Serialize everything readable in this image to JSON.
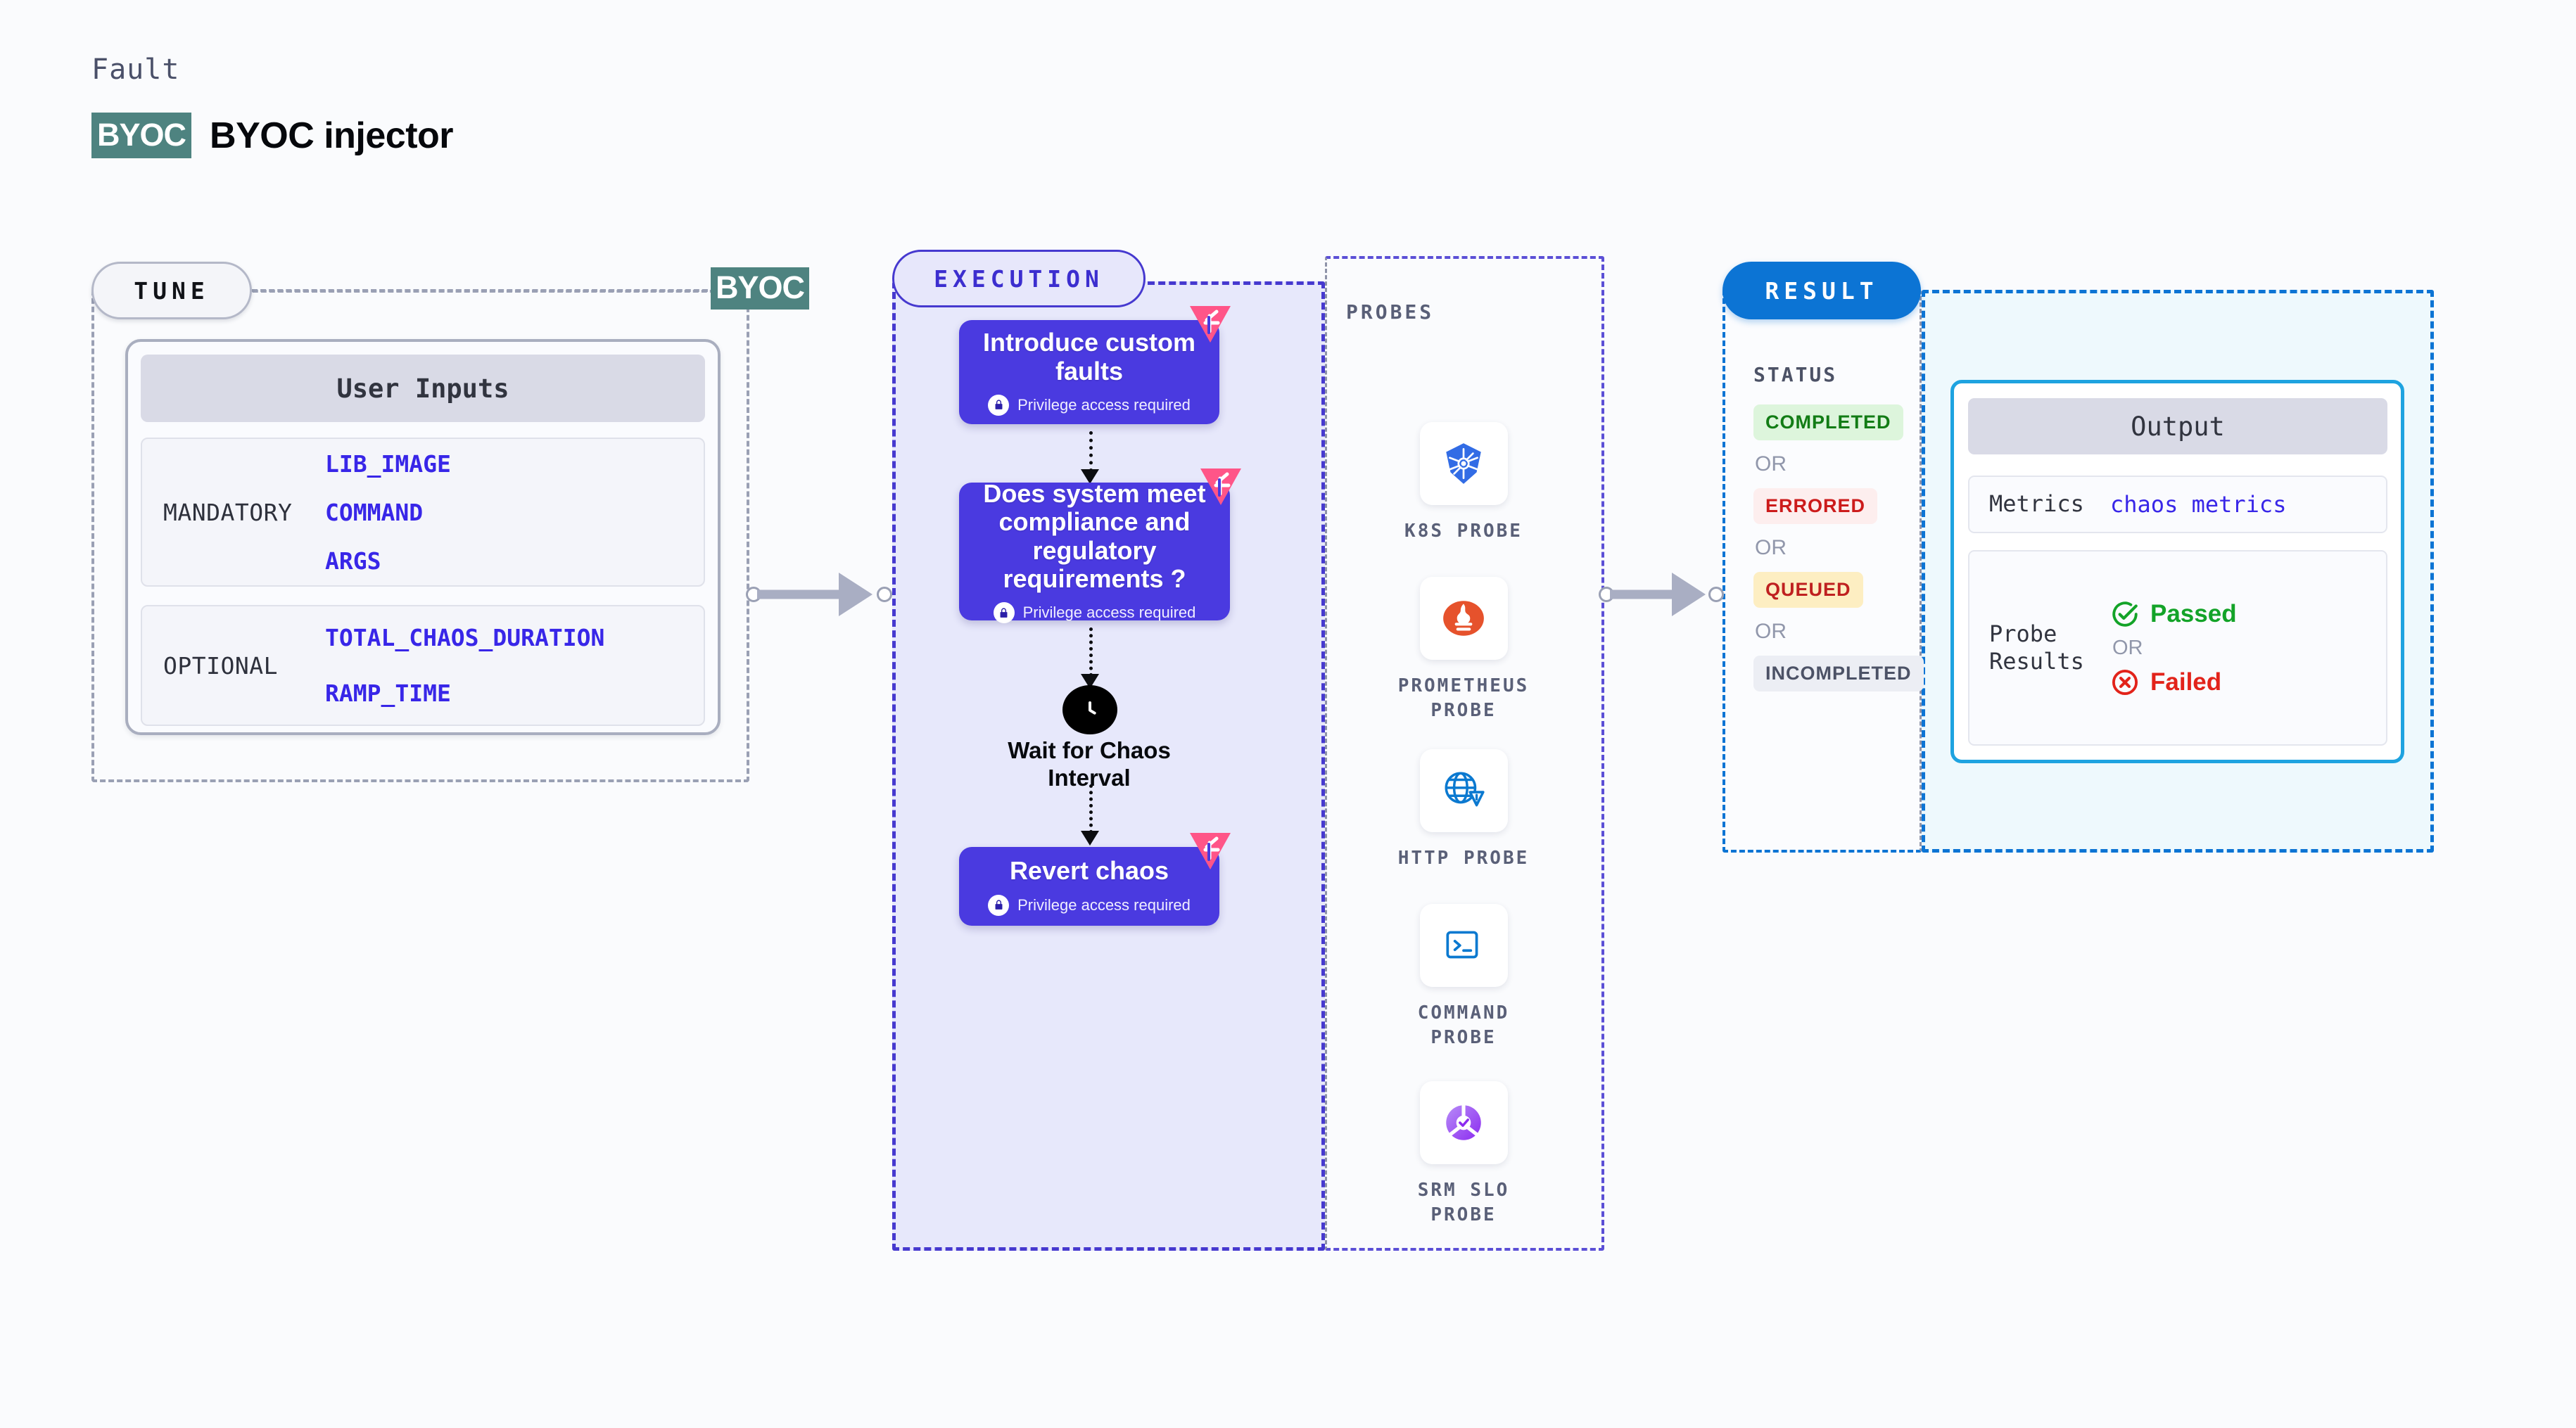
{
  "header": {
    "kicker": "Fault",
    "badge": "BYOC",
    "title": "BYOC injector"
  },
  "tune": {
    "pill_label": "TUNE",
    "byoc_tag": "BYOC",
    "card_header": "User Inputs",
    "groups": [
      {
        "label": "MANDATORY",
        "items": [
          "LIB_IMAGE",
          "COMMAND",
          "ARGS"
        ]
      },
      {
        "label": "OPTIONAL",
        "items": [
          "TOTAL_CHAOS_DURATION",
          "RAMP_TIME"
        ]
      }
    ]
  },
  "execution": {
    "pill_label": "EXECUTION",
    "privilege_note": "Privilege access required",
    "nodes": [
      {
        "title": "Introduce custom faults",
        "privileged": true
      },
      {
        "title": "Does system meet compliance and regulatory requirements ?",
        "privileged": true
      },
      {
        "title": "Revert chaos",
        "privileged": true
      }
    ],
    "wait_label": "Wait for Chaos Interval"
  },
  "probes": {
    "title": "PROBES",
    "items": [
      {
        "icon": "kubernetes-icon",
        "label": "K8S PROBE"
      },
      {
        "icon": "prometheus-icon",
        "label": "PROMETHEUS PROBE"
      },
      {
        "icon": "http-globe-warning-icon",
        "label": "HTTP PROBE"
      },
      {
        "icon": "terminal-icon",
        "label": "COMMAND PROBE"
      },
      {
        "icon": "srm-slo-icon",
        "label": "SRM SLO PROBE"
      }
    ]
  },
  "result": {
    "pill_label": "RESULT",
    "status_title": "STATUS",
    "or_label": "OR",
    "statuses": [
      {
        "label": "COMPLETED",
        "color": "#127c15",
        "bg": "#ddf5dc"
      },
      {
        "label": "ERRORED",
        "color": "#cc1b1b",
        "bg": "#fdeeee"
      },
      {
        "label": "QUEUED",
        "color": "#bf2020",
        "bg": "#fdeec2"
      },
      {
        "label": "INCOMPLETED",
        "color": "#4c5266",
        "bg": "#eceef4"
      }
    ],
    "output": {
      "header": "Output",
      "metrics_key": "Metrics",
      "metrics_value": "chaos metrics",
      "probe_results_key": "Probe Results",
      "passed_label": "Passed",
      "failed_label": "Failed",
      "or_label": "OR"
    }
  },
  "colors": {
    "page_bg": "#fafbfd",
    "node_purple": "#4a3ae0",
    "execution_bg": "#e7e8fb",
    "execution_border": "#4639cf",
    "result_border": "#0c74d4",
    "output_bg": "#eef9fd",
    "output_card_border": "#1ea3e0",
    "byoc_teal": "#4e8380",
    "harness_pink": "#ff5588",
    "link_blue": "#3826e8"
  }
}
